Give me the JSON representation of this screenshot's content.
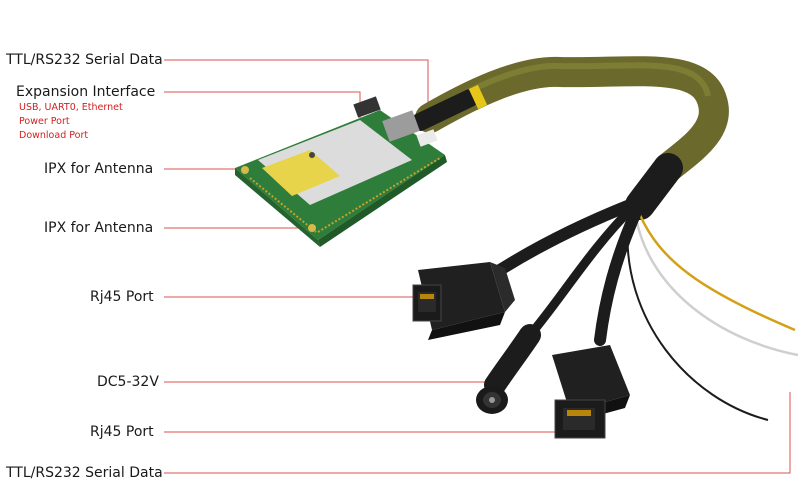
{
  "labels": {
    "ttl_serial_top": "TTL/RS232 Serial Data",
    "expansion_interface": "Expansion Interface",
    "expansion_items": [
      "USB, UART0, Ethernet",
      "Power Port",
      "Download Port"
    ],
    "ipx_antenna_1": "IPX  for Antenna",
    "ipx_antenna_2": "IPX  for Antenna",
    "rj45_port_1": "Rj45  Port",
    "dc_power": "DC5-32V",
    "rj45_port_2": "Rj45  Port",
    "ttl_serial_bottom": "TTL/RS232 Serial Data"
  },
  "colors": {
    "leader_line": "#d9534f",
    "label_text": "#1a1a1a",
    "sub_text": "#d42020",
    "pcb_green": "#2f7d3a",
    "shield_silver": "#dcdcdc",
    "cable_braid": "#6b6a2c",
    "cable_black": "#1c1c1c",
    "wire_yellow": "#d4a017",
    "wire_white": "#f0f0f0"
  }
}
